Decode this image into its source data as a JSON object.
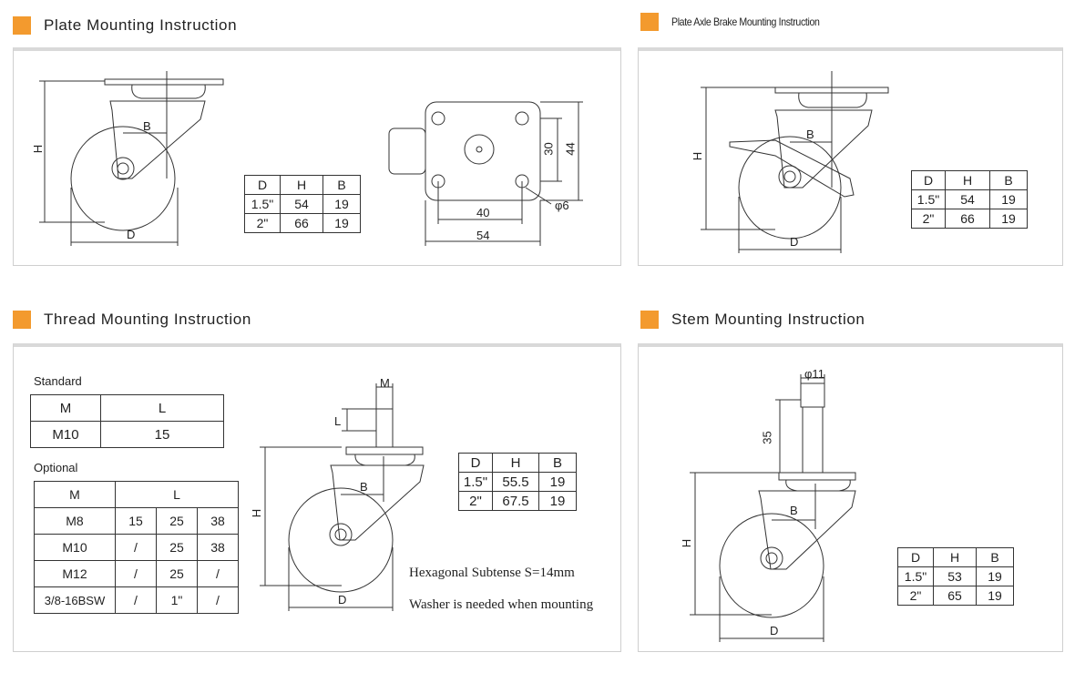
{
  "sections": {
    "plate": {
      "title": "Plate Mounting Instruction"
    },
    "brake": {
      "title": "Plate Axle Brake Mounting Instruction"
    },
    "thread": {
      "title": "Thread Mounting Instruction"
    },
    "stem": {
      "title": "Stem Mounting Instruction"
    }
  },
  "dims": {
    "H": "H",
    "D": "D",
    "B": "B",
    "M": "M",
    "L": "L",
    "d30": "30",
    "d44": "44",
    "d40": "40",
    "d54": "54",
    "phi6": "φ6",
    "phi11": "φ11",
    "d35": "35"
  },
  "plate_table": {
    "headers": [
      "D",
      "H",
      "B"
    ],
    "rows": [
      [
        "1.5\"",
        "54",
        "19"
      ],
      [
        "2\"",
        "66",
        "19"
      ]
    ]
  },
  "brake_table": {
    "headers": [
      "D",
      "H",
      "B"
    ],
    "rows": [
      [
        "1.5\"",
        "54",
        "19"
      ],
      [
        "2\"",
        "66",
        "19"
      ]
    ]
  },
  "thread_table": {
    "headers": [
      "D",
      "H",
      "B"
    ],
    "rows": [
      [
        "1.5\"",
        "55.5",
        "19"
      ],
      [
        "2\"",
        "67.5",
        "19"
      ]
    ]
  },
  "stem_table": {
    "headers": [
      "D",
      "H",
      "B"
    ],
    "rows": [
      [
        "1.5\"",
        "53",
        "19"
      ],
      [
        "2\"",
        "65",
        "19"
      ]
    ]
  },
  "standard": {
    "label": "Standard",
    "headers": [
      "M",
      "L"
    ],
    "row": [
      "M10",
      "15"
    ]
  },
  "optional": {
    "label": "Optional",
    "headers": [
      "M",
      "L"
    ],
    "rows": [
      [
        "M8",
        "15",
        "25",
        "38"
      ],
      [
        "M10",
        "/",
        "25",
        "38"
      ],
      [
        "M12",
        "/",
        "25",
        "/"
      ],
      [
        "3/8-16BSW",
        "/",
        "1\"",
        "/"
      ]
    ]
  },
  "notes": {
    "hex": "Hexagonal Subtense S=14mm",
    "washer": "Washer is needed when mounting"
  },
  "colors": {
    "accent": "#f39a2e",
    "panel_border": "#cfcfcf"
  }
}
